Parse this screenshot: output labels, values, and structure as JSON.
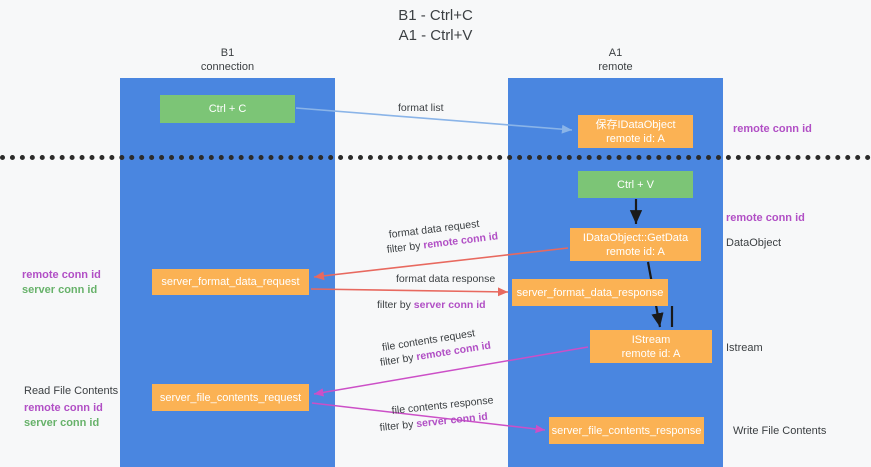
{
  "title": {
    "line1": "B1 - Ctrl+C",
    "line2": "A1 - Ctrl+V"
  },
  "columns": [
    {
      "name": "B1",
      "sub": "connection"
    },
    {
      "name": "A1",
      "sub": "remote"
    }
  ],
  "nodes": {
    "ctrl_c": "Ctrl + C",
    "save_idataobject_l1": "保存IDataObject",
    "save_idataobject_l2": "remote id: A",
    "ctrl_v": "Ctrl + V",
    "getdata_l1": "IDataObject::GetData",
    "getdata_l2": "remote id: A",
    "server_format_data_request": "server_format_data_request",
    "server_format_data_response": "server_format_data_response",
    "istream_l1": "IStream",
    "istream_l2": "remote id: A",
    "server_file_contents_request": "server_file_contents_request",
    "server_file_contents_response": "server_file_contents_response"
  },
  "edges": {
    "format_list": "format list",
    "format_data_request": "format data request",
    "format_data_request_filter_prefix": "filter by ",
    "format_data_request_filter_key": "remote conn id",
    "format_data_response": "format data response",
    "format_data_response_filter_prefix": "filter by ",
    "format_data_response_filter_key": "server conn id",
    "file_contents_request": "file contents request",
    "file_contents_request_filter_prefix": "filter by ",
    "file_contents_request_filter_key": "remote conn id",
    "file_contents_response": "file contents response",
    "file_contents_response_filter_prefix": "filter by ",
    "file_contents_response_filter_key": "server conn id"
  },
  "annotations": {
    "remote_conn_id_top": "remote conn id",
    "remote_conn_id_mid": "remote conn id",
    "dataobject": "DataObject",
    "istream": "Istream",
    "write_file_contents": "Write File Contents",
    "read_file_contents": "Read File Contents",
    "remote_conn_id_left_mid": "remote conn id",
    "server_conn_id_left_mid": "server conn id",
    "remote_conn_id_left_low": "remote conn id",
    "server_conn_id_left_low": "server conn id"
  },
  "colors": {
    "lane": "#4a86e0",
    "node_orange": "#fbb254",
    "node_green": "#7cc576",
    "accent_purple": "#b14fc5",
    "accent_green": "#67b26a",
    "arrow_blue": "#8ab4e8",
    "arrow_red": "#e8695f",
    "arrow_magenta": "#c martin",
    "divider": "#2b2b2b"
  }
}
